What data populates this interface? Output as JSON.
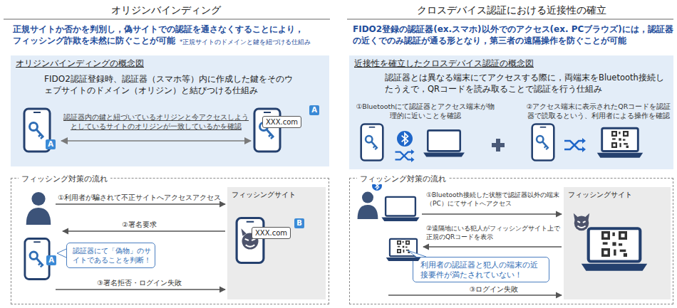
{
  "diagram": {
    "nodes": [
      {
        "text": [
          "オリジンバインディング",
          "正規サイトか否かを判別し，偽サイトでの認証を通さなくすることにより，フィッシング詐欺を未然に防ぐことが可能",
          "*正規サイトのドメインと鍵を紐づける仕組み"
        ]
      },
      {
        "text": [
          "オリジンバインディングの概念図",
          "FIDO2認証登録時、認証器（スマホ等）内に作成した鍵をそのウェブサイトのドメイン（オリジン）と結びつける仕組み"
        ],
        "in": 0
      },
      {
        "text": [
          "A"
        ],
        "in": 1
      },
      {
        "text": [
          "XXX.com",
          "A"
        ],
        "in": 1
      },
      {
        "text": [
          "フィッシング対策の流れ"
        ],
        "in": 0
      },
      {
        "text": [
          "A"
        ],
        "in": 4
      },
      {
        "text": [
          "認証器にて「偽物」のサイトであることを判断！"
        ],
        "in": 4
      },
      {
        "text": [
          "フィッシングサイト"
        ],
        "in": 4
      },
      {
        "text": [
          "XXX.com",
          "B"
        ],
        "in": 7
      },
      {
        "text": [
          "クロスデバイス認証における近接性の確立",
          "FIDO2登録の認証器(ex.スマホ)以外でのアクセス(ex. PCブラウズ)には，認証器の近くでのみ認証が通る形となり，第三者の遠隔操作を防ぐことが可能"
        ]
      },
      {
        "text": [
          "近接性を確立したクロスデバイス認証の概念図",
          "認証器とは異なる端末にてアクセスする際に，両端末をBluetooth接続したうえで，QRコードを読み取ることで認証を行う仕組み"
        ],
        "in": 9
      },
      {
        "text": [
          "フィッシング対策の流れ"
        ],
        "in": 9
      },
      {
        "text": [
          "利用者の認証器と犯人の端末の近接要件が満たされていない！"
        ],
        "in": 11
      },
      {
        "text": [
          "フィッシングサイト"
        ],
        "in": 11
      }
    ],
    "edges": [
      {
        "from": 2,
        "to": 3,
        "arrow": "both",
        "label": "認証器内の鍵と紐づいているオリジンと今アクセスしようとしているサイトのオリジンが一致しているかを確認"
      }
    ],
    "labels": [
      "①利用者が騙されて不正サイトへアクセスアクセス",
      "②署名要求",
      "③署名拒否・ログイン失敗",
      "①Bluetoothにて認証器とアクセス端末が物理的に近いことを確認",
      "②アクセス端末に表示されたQRコードを認証器で読取るという、利用者による操作を確認",
      "①Bluetooth接続した状態で認証器以外の端末（PC）にてサイトへアクセス",
      "②遠隔地にいる犯人がフィッシングサイト上で正規のQRコードを表示",
      "③ログイン失敗"
    ]
  }
}
